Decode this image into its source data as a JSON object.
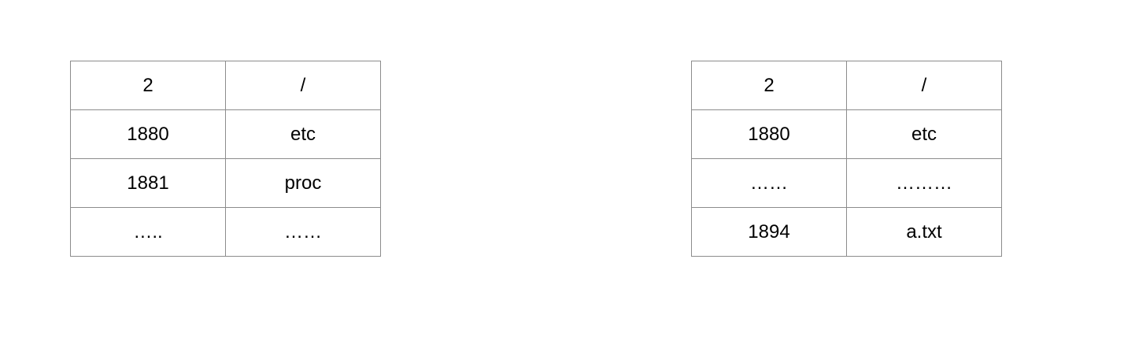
{
  "tables": [
    {
      "rows": [
        [
          "2",
          "/"
        ],
        [
          "1880",
          "etc"
        ],
        [
          "1881",
          "proc"
        ],
        [
          "…..",
          "……"
        ]
      ]
    },
    {
      "rows": [
        [
          "2",
          "/"
        ],
        [
          "1880",
          "etc"
        ],
        [
          "……",
          "………"
        ],
        [
          "1894",
          "a.txt"
        ]
      ]
    }
  ],
  "colors": {
    "border": "#8c8c8c",
    "text": "#000000",
    "background": "#ffffff"
  }
}
